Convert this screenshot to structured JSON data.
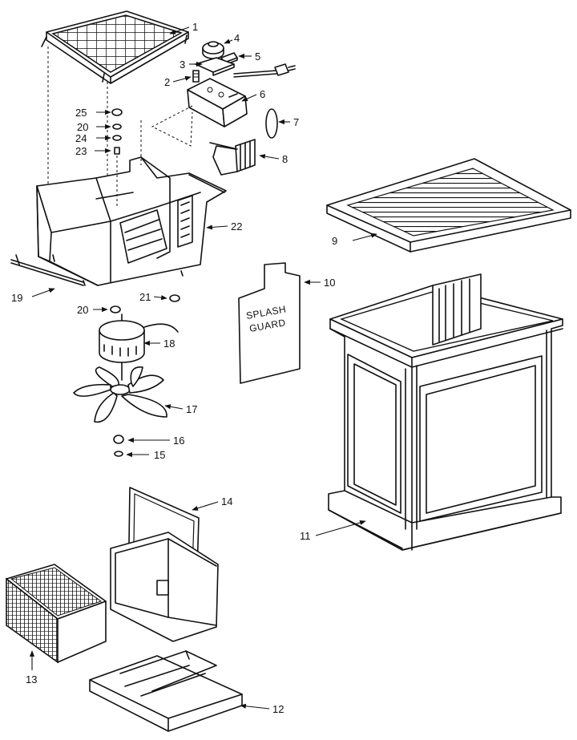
{
  "callouts": [
    {
      "id": "c1",
      "text": "1"
    },
    {
      "id": "c2",
      "text": "2"
    },
    {
      "id": "c3",
      "text": "3"
    },
    {
      "id": "c4",
      "text": "4"
    },
    {
      "id": "c5",
      "text": "5"
    },
    {
      "id": "c6",
      "text": "6"
    },
    {
      "id": "c7",
      "text": "7"
    },
    {
      "id": "c8",
      "text": "8"
    },
    {
      "id": "c9",
      "text": "9"
    },
    {
      "id": "c10",
      "text": "10"
    },
    {
      "id": "c11",
      "text": "11"
    },
    {
      "id": "c12",
      "text": "12"
    },
    {
      "id": "c13",
      "text": "13"
    },
    {
      "id": "c14",
      "text": "14"
    },
    {
      "id": "c15",
      "text": "15"
    },
    {
      "id": "c16",
      "text": "16"
    },
    {
      "id": "c17",
      "text": "17"
    },
    {
      "id": "c18",
      "text": "18"
    },
    {
      "id": "c19",
      "text": "19"
    },
    {
      "id": "c20a",
      "text": "20"
    },
    {
      "id": "c20b",
      "text": "20"
    },
    {
      "id": "c21",
      "text": "21"
    },
    {
      "id": "c22",
      "text": "22"
    },
    {
      "id": "c23",
      "text": "23"
    },
    {
      "id": "c24",
      "text": "24"
    },
    {
      "id": "c25",
      "text": "25"
    }
  ],
  "splash_guard": {
    "line1": "SPLASH",
    "line2": "GUARD"
  }
}
